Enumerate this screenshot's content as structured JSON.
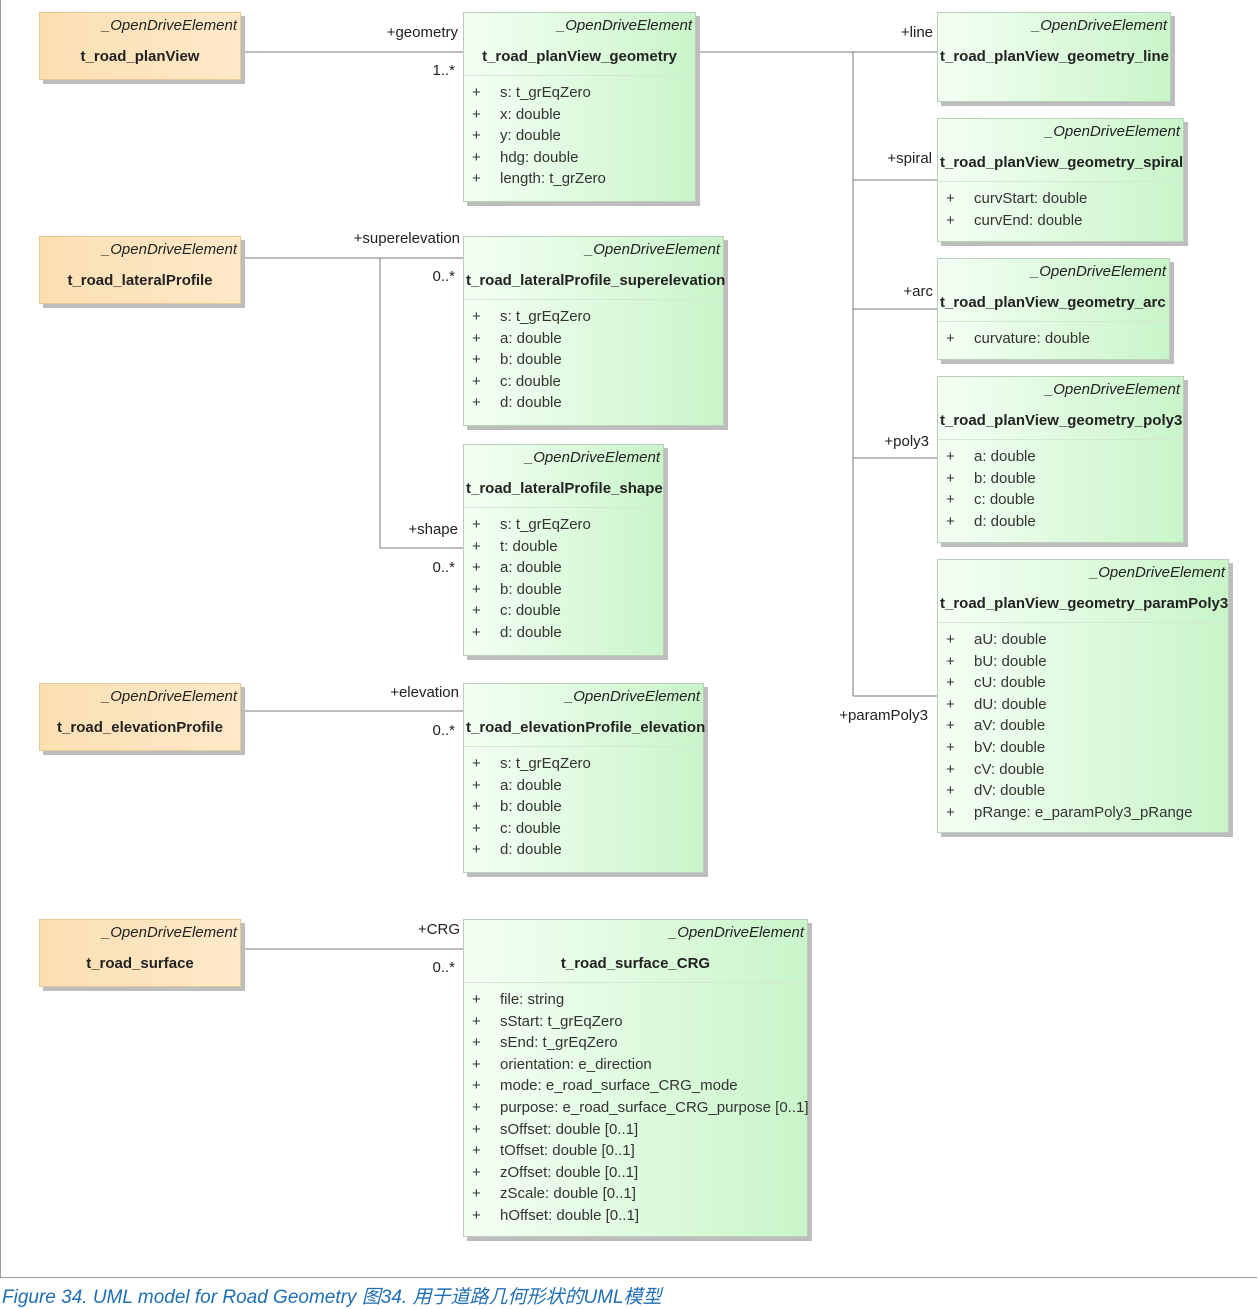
{
  "stereotype": "_OpenDriveElement",
  "classes": {
    "planView": {
      "name": "t_road_planView"
    },
    "lateralProfile": {
      "name": "t_road_lateralProfile"
    },
    "elevationProfile": {
      "name": "t_road_elevationProfile"
    },
    "surface": {
      "name": "t_road_surface"
    },
    "geometry": {
      "name": "t_road_planView_geometry",
      "attrs": [
        "s: t_grEqZero",
        "x: double",
        "y: double",
        "hdg: double",
        "length: t_grZero"
      ]
    },
    "superelevation": {
      "name": "t_road_lateralProfile_superelevation",
      "attrs": [
        "s: t_grEqZero",
        "a: double",
        "b: double",
        "c: double",
        "d: double"
      ]
    },
    "shape": {
      "name": "t_road_lateralProfile_shape",
      "attrs": [
        "s: t_grEqZero",
        "t: double",
        "a: double",
        "b: double",
        "c: double",
        "d: double"
      ]
    },
    "elevation": {
      "name": "t_road_elevationProfile_elevation",
      "attrs": [
        "s: t_grEqZero",
        "a: double",
        "b: double",
        "c: double",
        "d: double"
      ]
    },
    "crg": {
      "name": "t_road_surface_CRG",
      "attrs": [
        "file: string",
        "sStart: t_grEqZero",
        "sEnd: t_grEqZero",
        "orientation: e_direction",
        "mode: e_road_surface_CRG_mode",
        "purpose: e_road_surface_CRG_purpose [0..1]",
        "sOffset: double [0..1]",
        "tOffset: double [0..1]",
        "zOffset: double [0..1]",
        "zScale: double [0..1]",
        "hOffset: double [0..1]"
      ]
    },
    "line": {
      "name": "t_road_planView_geometry_line",
      "attrs": []
    },
    "spiral": {
      "name": "t_road_planView_geometry_spiral",
      "attrs": [
        "curvStart: double",
        "curvEnd: double"
      ]
    },
    "arc": {
      "name": "t_road_planView_geometry_arc",
      "attrs": [
        "curvature: double"
      ]
    },
    "poly3": {
      "name": "t_road_planView_geometry_poly3",
      "attrs": [
        "a: double",
        "b: double",
        "c: double",
        "d: double"
      ]
    },
    "paramPoly3": {
      "name": "t_road_planView_geometry_paramPoly3",
      "attrs": [
        "aU: double",
        "bU: double",
        "cU: double",
        "dU: double",
        "aV: double",
        "bV: double",
        "cV: double",
        "dV: double",
        "pRange: e_paramPoly3_pRange"
      ]
    }
  },
  "labels": {
    "geometry_role": "+geometry",
    "geometry_mult": "1..*",
    "superelevation_role": "+superelevation",
    "superelevation_mult": "0..*",
    "shape_role": "+shape",
    "shape_mult": "0..*",
    "elevation_role": "+elevation",
    "elevation_mult": "0..*",
    "crg_role": "+CRG",
    "crg_mult": "0..*",
    "line_role": "+line",
    "spiral_role": "+spiral",
    "arc_role": "+arc",
    "poly3_role": "+poly3",
    "paramPoly3_role": "+paramPoly3"
  },
  "attr_marker": "+",
  "caption": "Figure 34. UML model for Road Geometry 图34. 用于道路几何形状的UML模型"
}
